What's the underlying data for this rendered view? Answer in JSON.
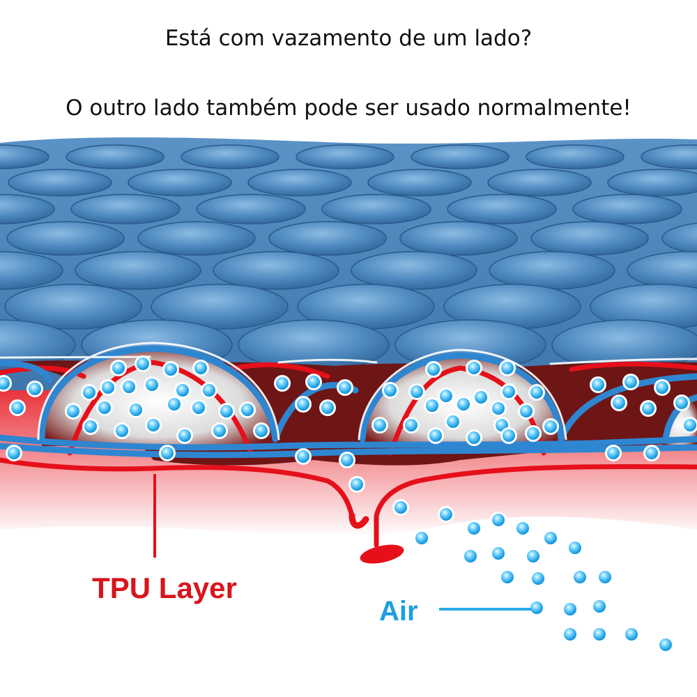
{
  "headline": {
    "line1": "Está com vazamento de um lado?",
    "line2": "O outro lado também pode ser usado normalmente!"
  },
  "labels": {
    "tpu_layer": "TPU Layer",
    "air": "Air"
  },
  "colors": {
    "mat_blue": "#4a86bd",
    "mat_blue_dark": "#2e5f92",
    "mat_blue_light": "#7fb0dc",
    "tpu_red": "#e5101a",
    "air_cyan": "#29a9e8",
    "text": "#111111"
  },
  "icons": {
    "air_bubble": "air-bubble-icon",
    "valve": "valve-icon"
  }
}
